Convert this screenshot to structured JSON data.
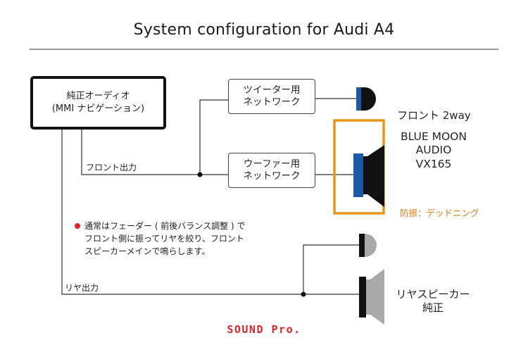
{
  "title": "System configuration for Audi A4",
  "head_unit": {
    "line1": "純正オーディオ",
    "line2": "(MMI ナビゲーション)"
  },
  "tweeter_network": {
    "line1": "ツイーター用",
    "line2": "ネットワーク"
  },
  "woofer_network": {
    "line1": "ウーファー用",
    "line2": "ネットワーク"
  },
  "front_output_label": "フロント出力",
  "rear_output_label": "リヤ出力",
  "front_speaker_label": "フロント 2way",
  "brand": {
    "line1": "BLUE MOON",
    "line2": "AUDIO",
    "line3": "VX165"
  },
  "damping_label": "防振：デッドニング",
  "note": {
    "line1": "通常はフェーダー ( 前後バランス調整 ) で",
    "line2": "フロント側に振ってリヤを絞り、フロント",
    "line3": "スピーカーメインで鳴らします。"
  },
  "rear_speaker": {
    "line1": "リヤスピーカー",
    "line2": "純正"
  },
  "logo": "SOUND Pro.",
  "colors": {
    "accent_orange": "#e8951e",
    "speaker_blue": "#1f57a8",
    "note_red": "#d6252b",
    "rear_gray": "#a9a9a9"
  }
}
